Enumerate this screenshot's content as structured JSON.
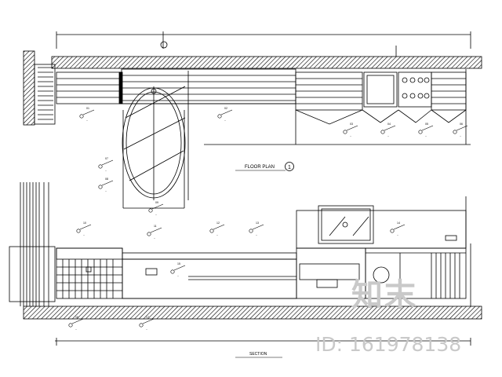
{
  "drawing": {
    "plan_title": "FLOOR PLAN",
    "plan_marker": "1",
    "section_title": "SECTION",
    "upper_tags": [
      {
        "code": "01",
        "sub": "--"
      },
      {
        "code": "02",
        "sub": "--"
      },
      {
        "code": "03",
        "sub": "--"
      },
      {
        "code": "04",
        "sub": "--"
      },
      {
        "code": "05",
        "sub": "--"
      },
      {
        "code": "06",
        "sub": "--"
      },
      {
        "code": "07",
        "sub": "--"
      },
      {
        "code": "08",
        "sub": "--"
      },
      {
        "code": "09",
        "sub": "--"
      }
    ],
    "lower_tags": [
      {
        "code": "10",
        "sub": "--"
      },
      {
        "code": "11",
        "sub": "--"
      },
      {
        "code": "12",
        "sub": "--"
      },
      {
        "code": "13",
        "sub": "--"
      },
      {
        "code": "14",
        "sub": "--"
      },
      {
        "code": "15",
        "sub": "--"
      },
      {
        "code": "16",
        "sub": "--"
      },
      {
        "code": "17",
        "sub": "--"
      }
    ]
  },
  "watermark": {
    "logo": "知末",
    "id_text": "ID: 161978138"
  }
}
